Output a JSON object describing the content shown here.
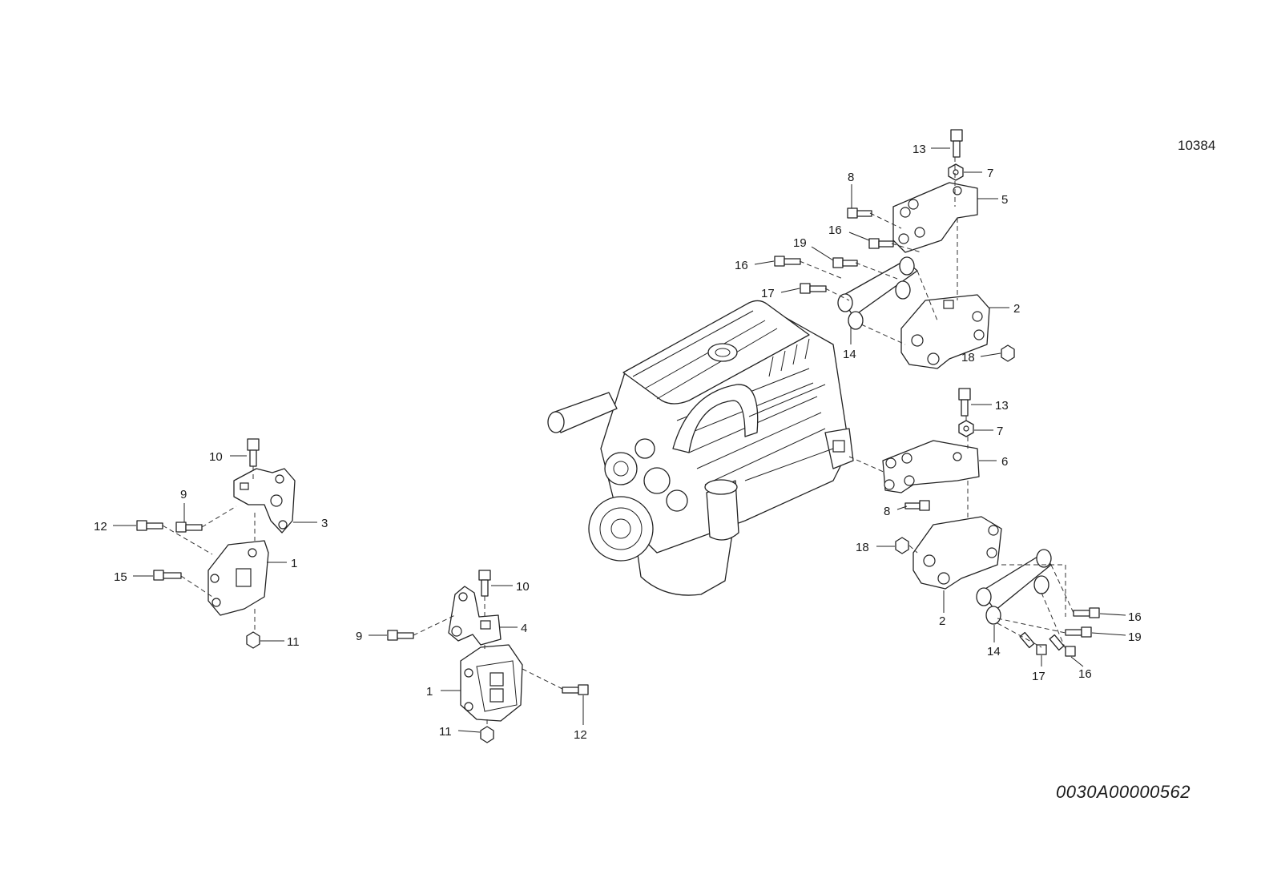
{
  "figure_number": "10384",
  "drawing_code": "0030A00000562",
  "callouts": {
    "upper_right": [
      "13",
      "7",
      "8",
      "5",
      "16",
      "19",
      "16",
      "17",
      "2",
      "14",
      "18"
    ],
    "middle_right": [
      "13",
      "7",
      "6",
      "8",
      "18",
      "2",
      "14",
      "16",
      "19",
      "17",
      "16"
    ],
    "left": [
      "10",
      "9",
      "12",
      "3",
      "1",
      "15",
      "11"
    ],
    "lower_middle": [
      "10",
      "9",
      "4",
      "1",
      "12",
      "11"
    ]
  }
}
